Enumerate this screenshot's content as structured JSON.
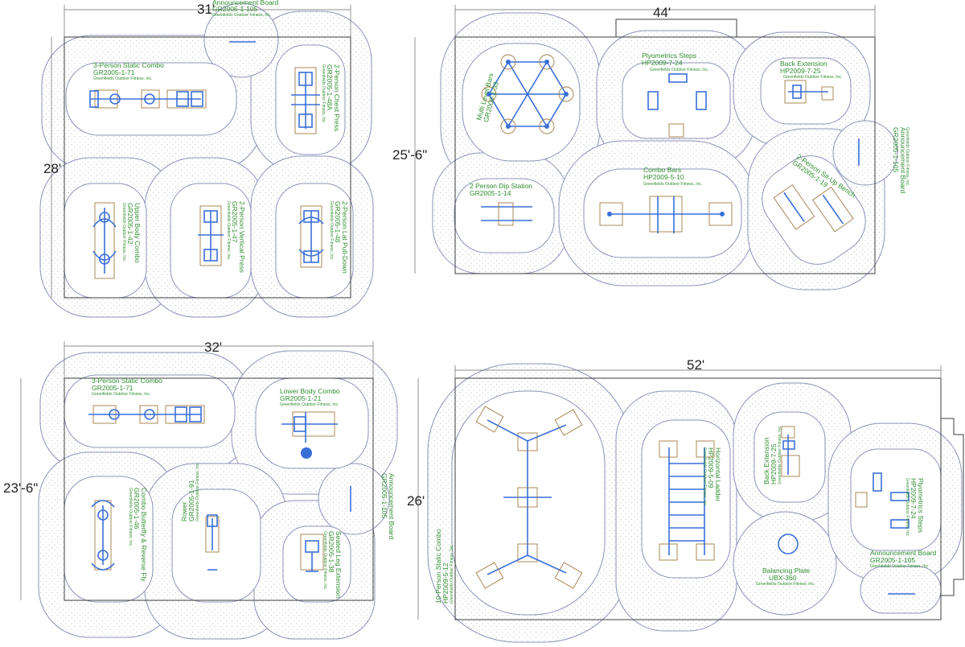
{
  "colors": {
    "zone_stroke": "#8c93b8",
    "label": "#2f8f2f",
    "equipment": "#3a6fd8",
    "pad": "#a07c45"
  },
  "plans": [
    {
      "id": "p1",
      "width": "31'",
      "height": "28'"
    },
    {
      "id": "p2",
      "width": "44'",
      "height": "25'-6\""
    },
    {
      "id": "p3",
      "width": "32'",
      "height": "23'-6\""
    },
    {
      "id": "p4",
      "width": "52'",
      "height": "26'"
    }
  ],
  "maker": "Greenfields Outdoor Fitness, Inc.",
  "items": [
    {
      "id": "p1_ann",
      "name": "Announcement Board",
      "code": "GR2005-1-105"
    },
    {
      "id": "p1_3ps",
      "name": "3-Person Static Combo",
      "code": "GR2005-1-71"
    },
    {
      "id": "p1_chest",
      "name": "2-Person Chest Press",
      "code": "GR2005-1-48A"
    },
    {
      "id": "p1_ubc",
      "name": "Upper Body Combo",
      "code": "GR2005-1-42"
    },
    {
      "id": "p1_vp",
      "name": "2-Person Vertical Press",
      "code": "GR2005-1-47"
    },
    {
      "id": "p1_lat",
      "name": "2-Person Lat Pull-Down",
      "code": "GR2005-1-48"
    },
    {
      "id": "p2_mlb",
      "name": "Multi Level Bars",
      "code": "GR2005-1-33"
    },
    {
      "id": "p2_plyo",
      "name": "Plyometrics Steps",
      "code": "HP2009-7-24"
    },
    {
      "id": "p2_back",
      "name": "Back Extension",
      "code": "HP2009-7-25"
    },
    {
      "id": "p2_ann",
      "name": "Announcement Board",
      "code": "GR2005-1-105"
    },
    {
      "id": "p2_dip",
      "name": "2 Person Dip Station",
      "code": "GR2005-1-14"
    },
    {
      "id": "p2_combo",
      "name": "Combo Bars",
      "code": "HP2009-5-10"
    },
    {
      "id": "p2_situp",
      "name": "2-Person Sit-Up Bench",
      "code": "GR2005-1-19"
    },
    {
      "id": "p3_3ps",
      "name": "3-Person Static Combo",
      "code": "GR2005-1-71"
    },
    {
      "id": "p3_lbc",
      "name": "Lower Body Combo",
      "code": "GR2005-1-21"
    },
    {
      "id": "p3_ann",
      "name": "Announcement Board",
      "code": "GR2005-1-105"
    },
    {
      "id": "p3_fly",
      "name": "Combo Butterfly & Reverse Fly",
      "code": "GR2005-1-46"
    },
    {
      "id": "p3_rower",
      "name": "Rower",
      "code": "GR2005-1-91"
    },
    {
      "id": "p3_leg",
      "name": "Seated Leg Extension",
      "code": "GR2005-1-38"
    },
    {
      "id": "p4_10ps",
      "name": "10-Person Static Combo",
      "code": "HP2009-5-12"
    },
    {
      "id": "p4_ladder",
      "name": "Horizontal Ladder",
      "code": "HP2009-5-09"
    },
    {
      "id": "p4_back",
      "name": "Back Extension",
      "code": "HP2009-7-25"
    },
    {
      "id": "p4_plyo",
      "name": "Plyometrics Steps",
      "code": "HP2009-7-24"
    },
    {
      "id": "p4_plate",
      "name": "Balancing Plate",
      "code": "UBX-360"
    },
    {
      "id": "p4_ann",
      "name": "Announcement Board",
      "code": "GR2005-1-105"
    }
  ]
}
